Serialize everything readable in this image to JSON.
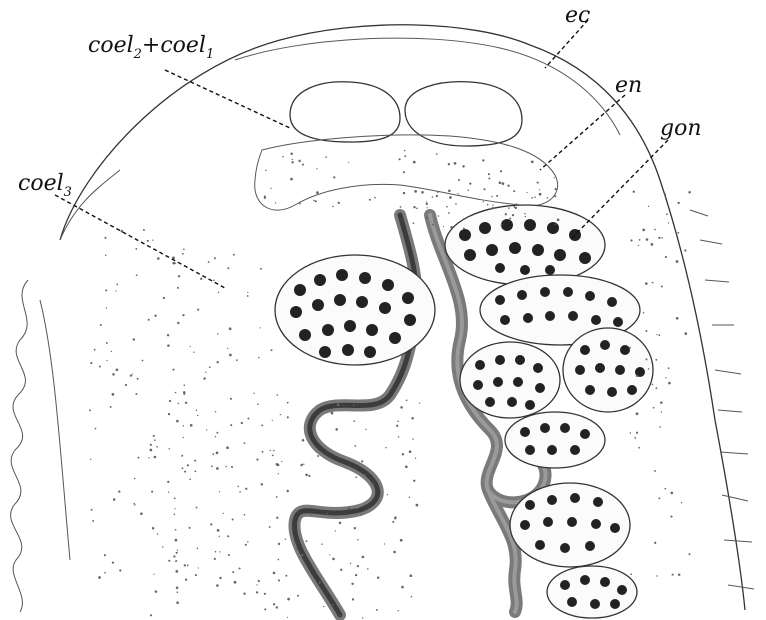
{
  "figure": {
    "labels": {
      "ec": "ec",
      "en": "en",
      "gon": "gon",
      "coel3": "coel",
      "coel3_sub": "3",
      "coel21_a": "coel",
      "coel21_sub_a": "2",
      "coel21_plus": "+",
      "coel21_b": "coel",
      "coel21_sub_b": "1"
    }
  }
}
